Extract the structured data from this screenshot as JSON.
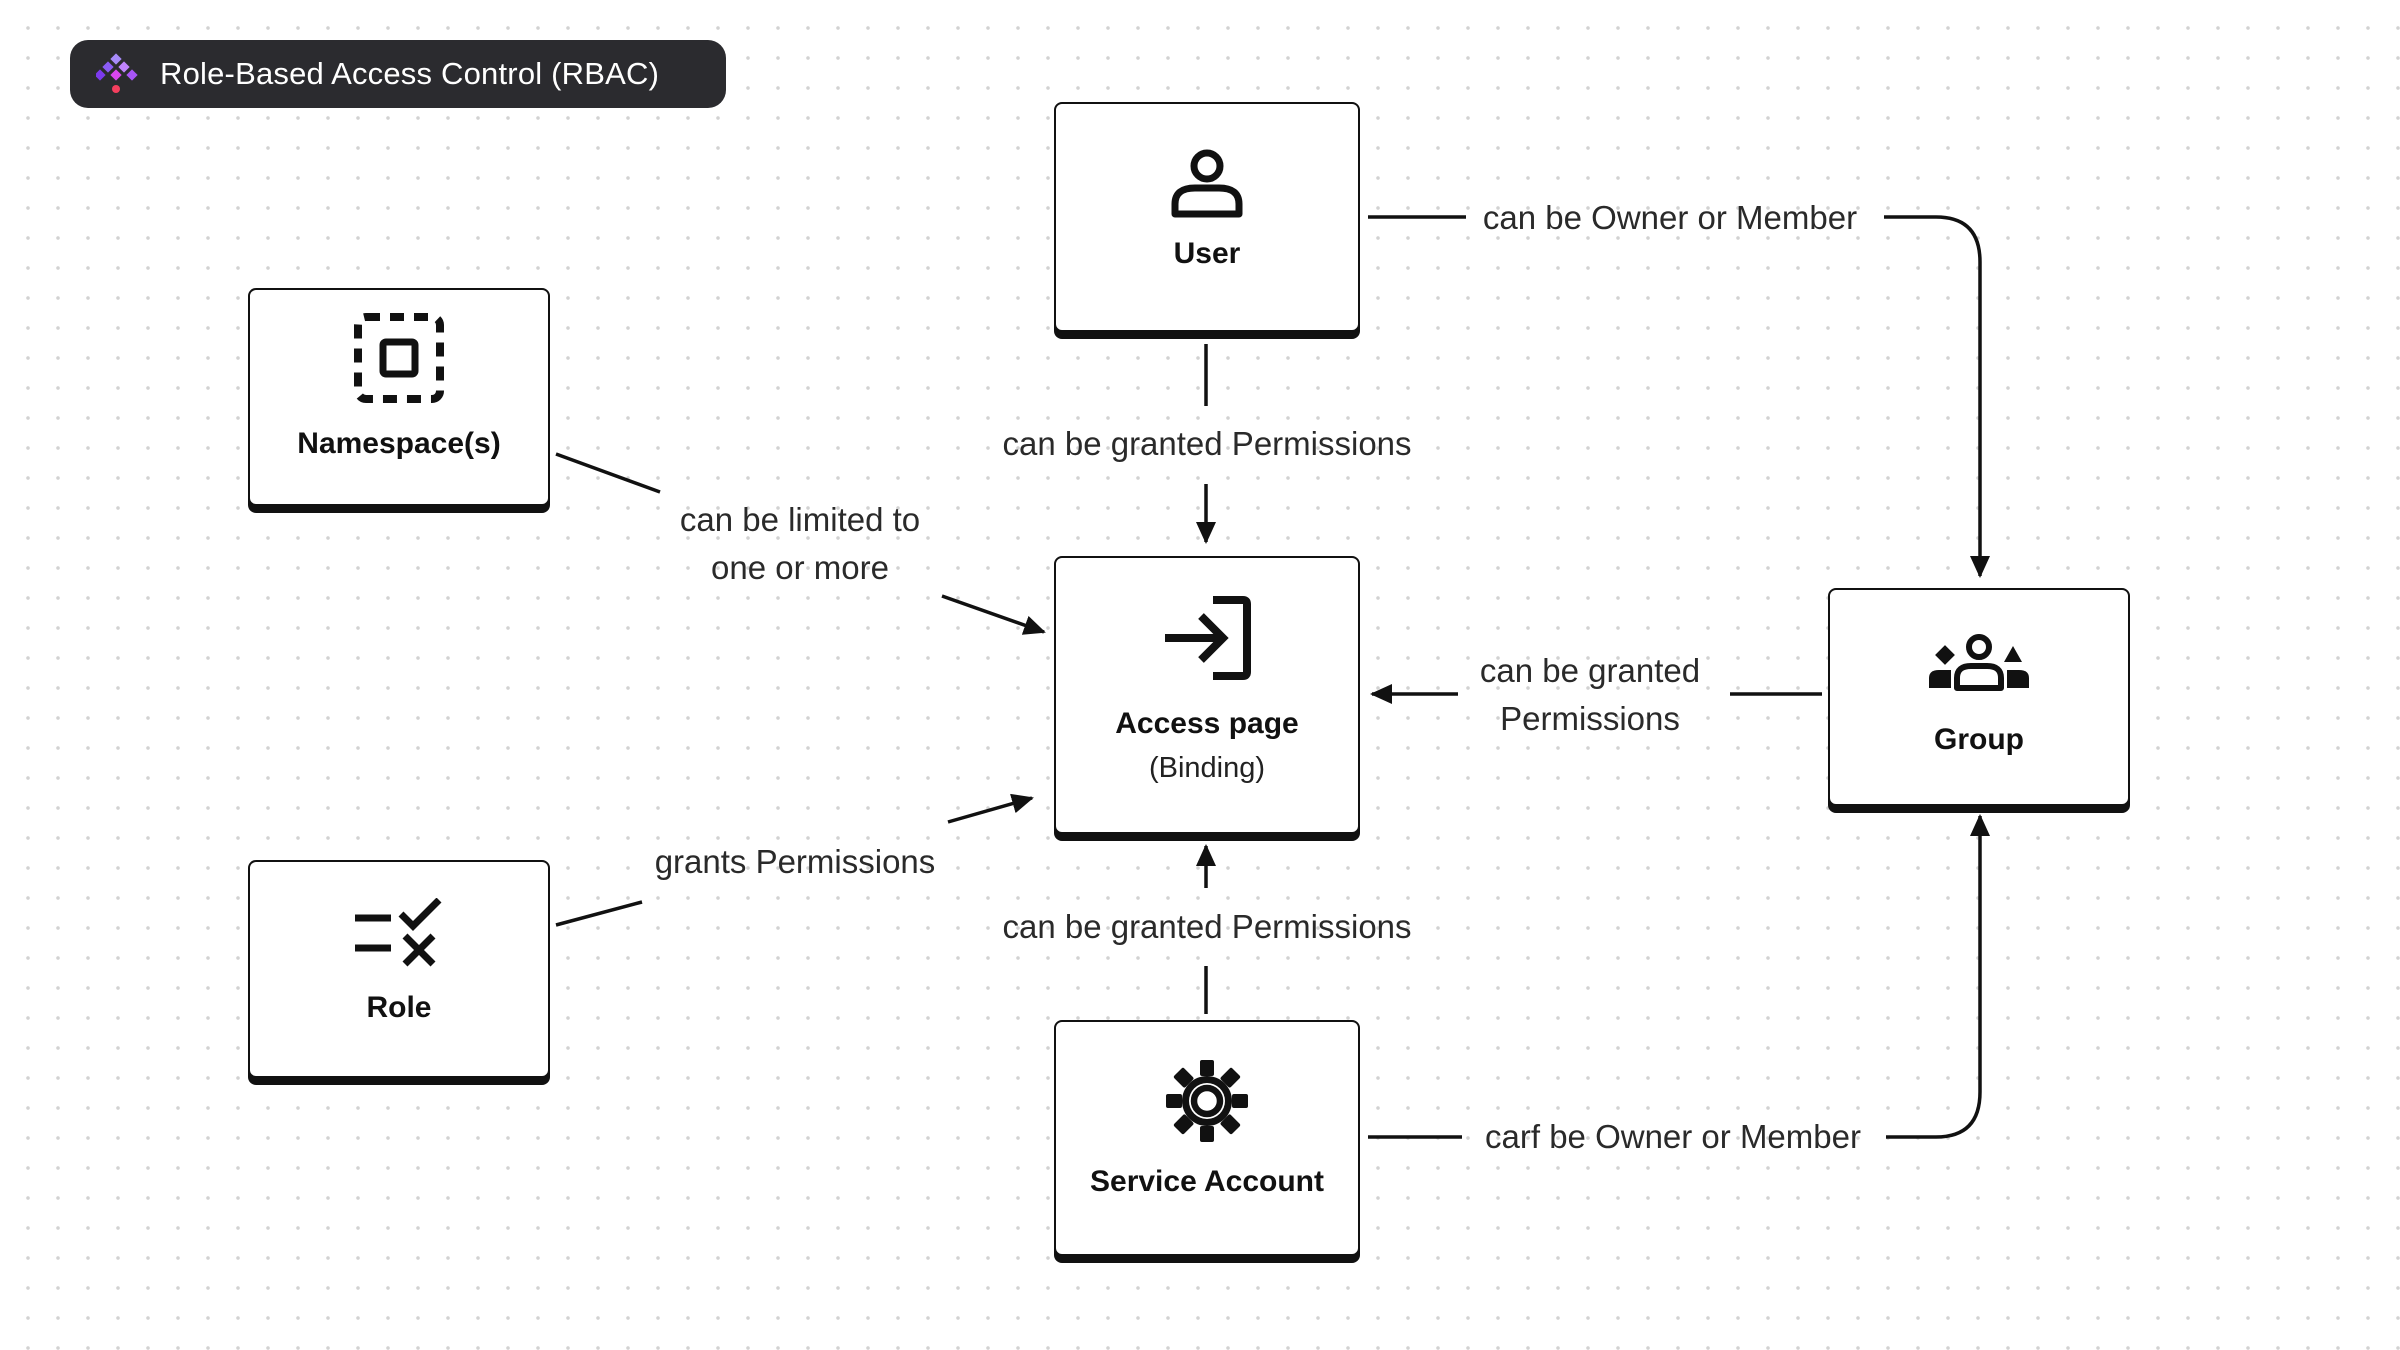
{
  "header": {
    "title": "Role-Based Access Control (RBAC)"
  },
  "nodes": {
    "user": {
      "label": "User",
      "icon": "user-icon"
    },
    "namespace": {
      "label": "Namespace(s)",
      "icon": "namespace-icon"
    },
    "access": {
      "label": "Access page",
      "sublabel": "(Binding)",
      "icon": "login-icon"
    },
    "group": {
      "label": "Group",
      "icon": "group-icon"
    },
    "role": {
      "label": "Role",
      "icon": "role-icon"
    },
    "service": {
      "label": "Service Account",
      "icon": "gear-icon"
    }
  },
  "edges": {
    "user_access": "can be granted Permissions",
    "service_access": "can be granted Permissions",
    "user_group": "can be Owner or Member",
    "service_group": "carf be Owner or Member",
    "group_access_line1": "can be granted",
    "group_access_line2": "Permissions",
    "namespace_access_line1": "can be limited to",
    "namespace_access_line2": "one or more",
    "role_access": "grants Permissions"
  },
  "colors": {
    "pill_background": "#2b2b2f",
    "logo_purple": "#8b5cf6",
    "logo_magenta": "#d946ef",
    "logo_pink": "#f43f5e",
    "stroke": "#111111"
  }
}
